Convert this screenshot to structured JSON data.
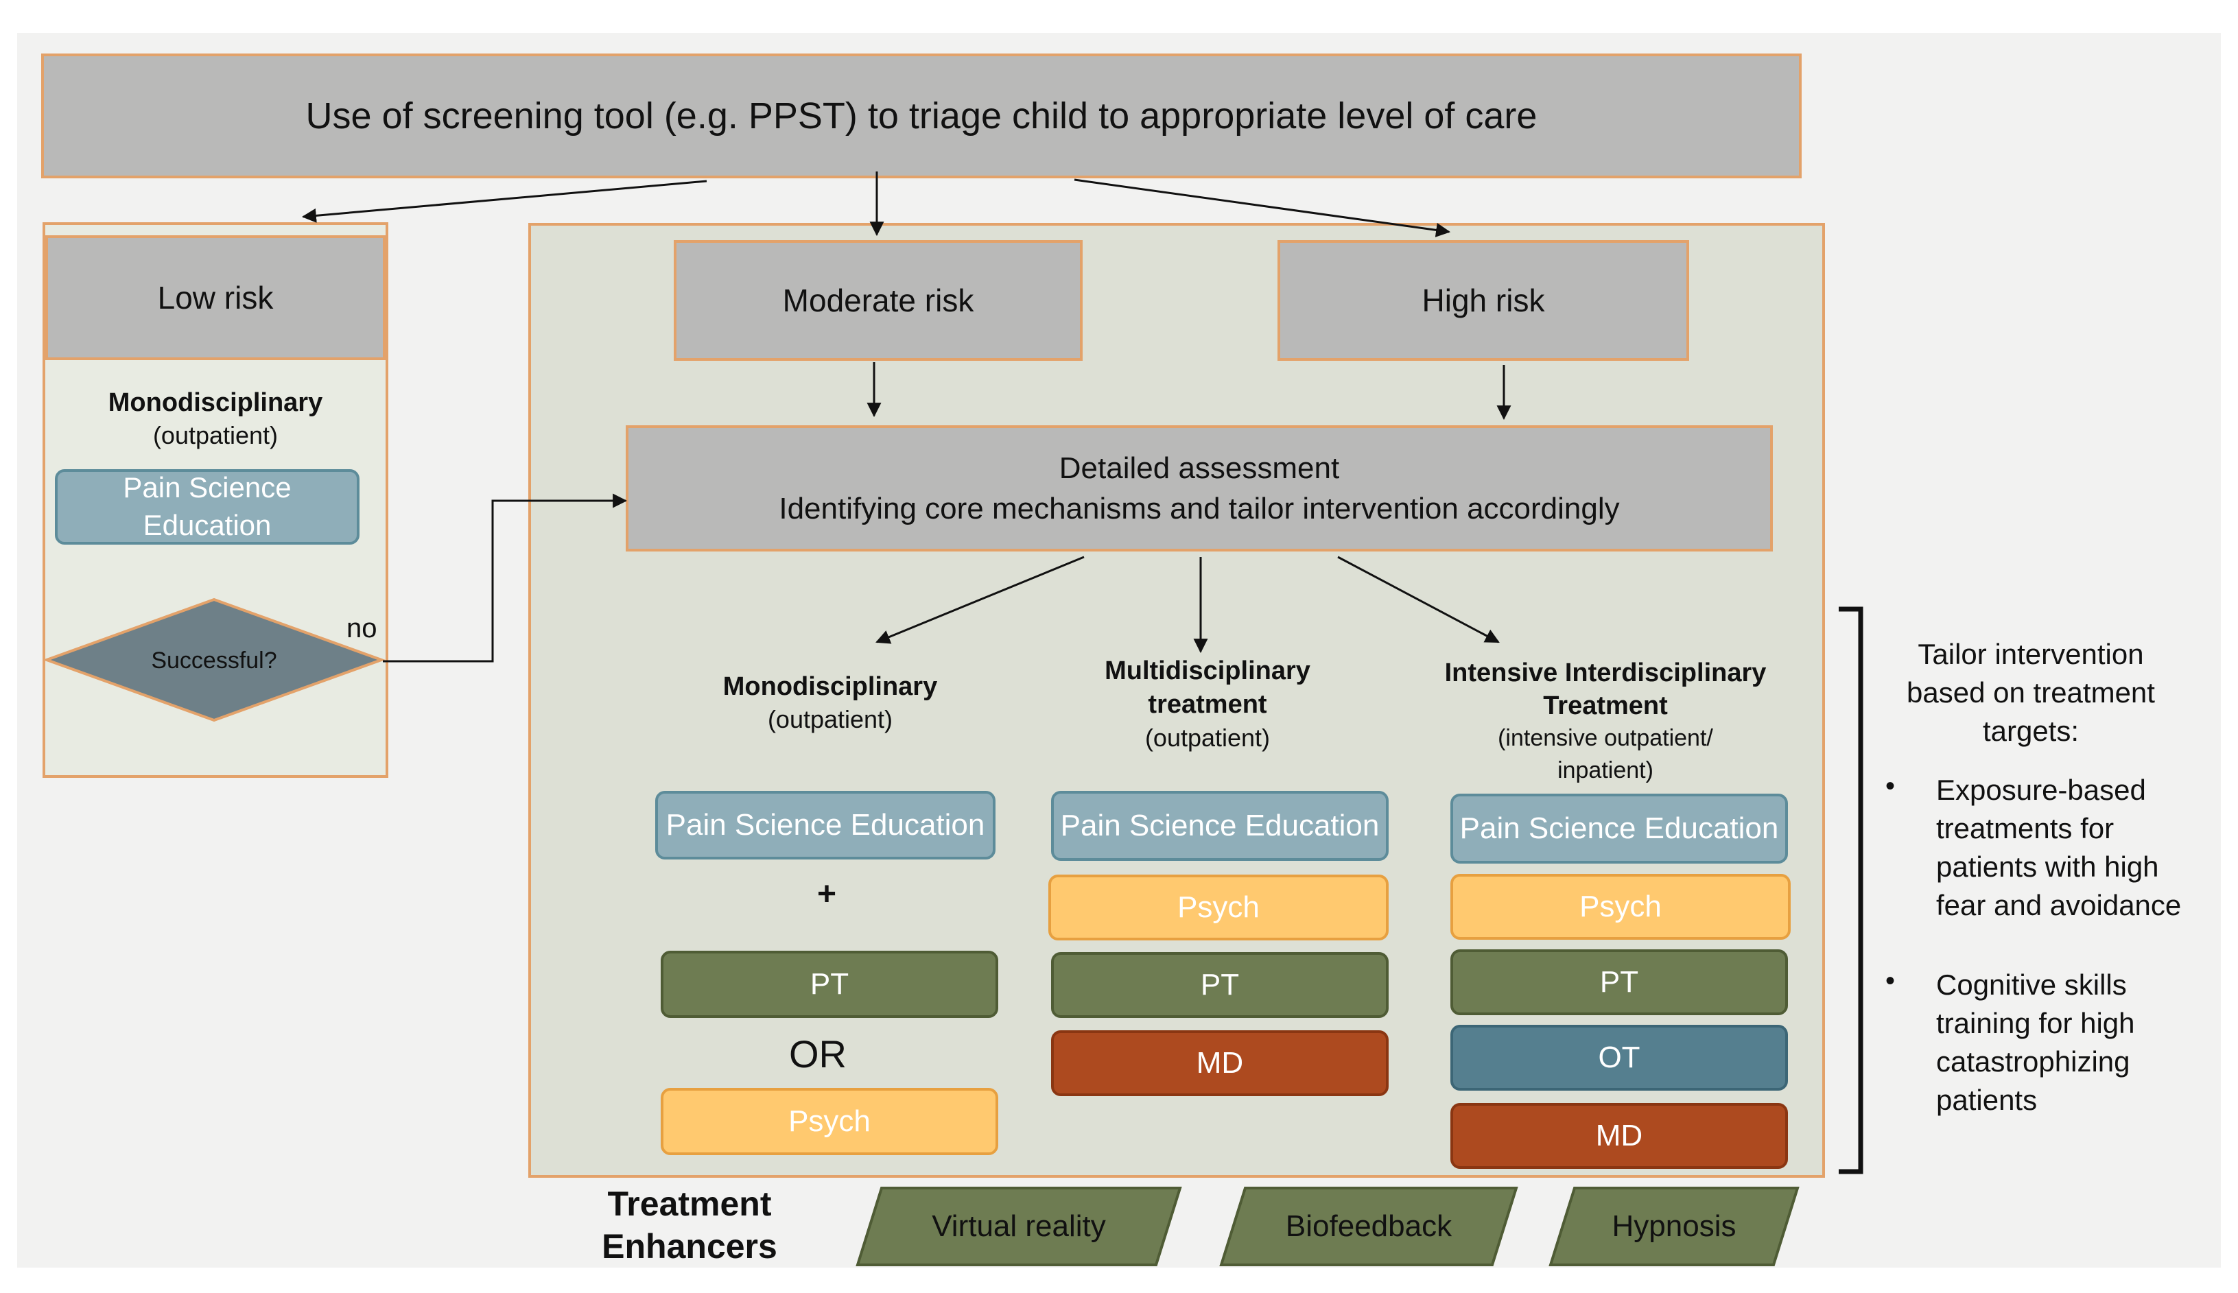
{
  "top_box": "Use of screening tool (e.g. PPST) to triage child to appropriate level of care",
  "low_risk": {
    "title": "Low risk",
    "type": "Monodisciplinary",
    "setting": "(outpatient)",
    "pse": "Pain Science Education",
    "decision": "Successful?",
    "no_label": "no"
  },
  "moderate_risk": "Moderate risk",
  "high_risk": "High risk",
  "assessment": {
    "line1": "Detailed assessment",
    "line2": "Identifying core mechanisms and tailor intervention accordingly"
  },
  "columns": {
    "mono": {
      "title": "Monodisciplinary",
      "setting": "(outpatient)",
      "pse": "Pain Science Education",
      "plus": "+",
      "pt": "PT",
      "or": "OR",
      "psych": "Psych"
    },
    "multi": {
      "title1": "Multidisciplinary",
      "title2": "treatment",
      "setting": "(outpatient)",
      "pse": "Pain Science Education",
      "psych": "Psych",
      "pt": "PT",
      "md": "MD"
    },
    "intensive": {
      "title1": "Intensive Interdisciplinary",
      "title2": "Treatment",
      "setting1": "(intensive outpatient/",
      "setting2": "inpatient)",
      "pse": "Pain Science Education",
      "psych": "Psych",
      "pt": "PT",
      "ot": "OT",
      "md": "MD"
    }
  },
  "tailor": {
    "heading1": "Tailor intervention",
    "heading2": "based on treatment",
    "heading3": "targets:",
    "bullet_symbol": "•",
    "bullet1": [
      "Exposure-based",
      "treatments for",
      "patients with high",
      "fear and avoidance"
    ],
    "bullet2": [
      "Cognitive skills",
      "training for high",
      "catastrophizing",
      "patients"
    ]
  },
  "enhancers": {
    "label1": "Treatment",
    "label2": "Enhancers",
    "items": [
      "Virtual reality",
      "Biofeedback",
      "Hypnosis"
    ]
  },
  "colors": {
    "gray_box": "#b9b9b8",
    "border": "#e3a26a",
    "panel": "#dde0d5",
    "pse": "#8faeb9",
    "psych": "#ffc96f",
    "pt": "#6e7c52",
    "md": "#ad4a1f",
    "ot": "#557f8f",
    "decision": "#6e8088"
  }
}
